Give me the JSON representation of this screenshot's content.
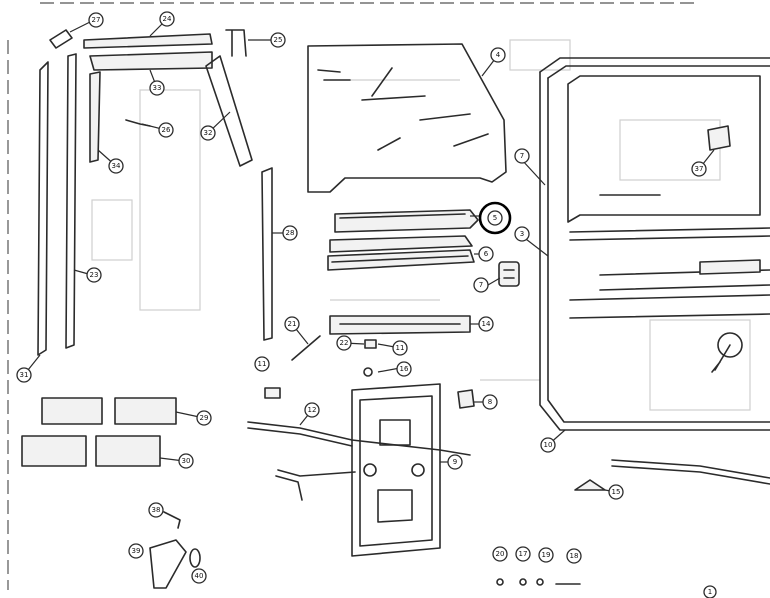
{
  "callouts": [
    {
      "id": "c4",
      "label": "4"
    },
    {
      "id": "c5",
      "label": "5"
    },
    {
      "id": "c6",
      "label": "6"
    },
    {
      "id": "c7a",
      "label": "7"
    },
    {
      "id": "c7b",
      "label": "7"
    },
    {
      "id": "c3",
      "label": "3"
    },
    {
      "id": "c8",
      "label": "8"
    },
    {
      "id": "c9",
      "label": "9"
    },
    {
      "id": "c10",
      "label": "10"
    },
    {
      "id": "c11a",
      "label": "11"
    },
    {
      "id": "c11b",
      "label": "11"
    },
    {
      "id": "c12",
      "label": "12"
    },
    {
      "id": "c14",
      "label": "14"
    },
    {
      "id": "c15",
      "label": "15"
    },
    {
      "id": "c16",
      "label": "16"
    },
    {
      "id": "c17",
      "label": "17"
    },
    {
      "id": "c18",
      "label": "18"
    },
    {
      "id": "c19",
      "label": "19"
    },
    {
      "id": "c20",
      "label": "20"
    },
    {
      "id": "c21",
      "label": "21"
    },
    {
      "id": "c22",
      "label": "22"
    },
    {
      "id": "c23",
      "label": "23"
    },
    {
      "id": "c24",
      "label": "24"
    },
    {
      "id": "c25",
      "label": "25"
    },
    {
      "id": "c26",
      "label": "26"
    },
    {
      "id": "c27",
      "label": "27"
    },
    {
      "id": "c28",
      "label": "28"
    },
    {
      "id": "c29",
      "label": "29"
    },
    {
      "id": "c30",
      "label": "30"
    },
    {
      "id": "c31",
      "label": "31"
    },
    {
      "id": "c32",
      "label": "32"
    },
    {
      "id": "c33",
      "label": "33"
    },
    {
      "id": "c34",
      "label": "34"
    },
    {
      "id": "c37",
      "label": "37"
    },
    {
      "id": "c38",
      "label": "38"
    },
    {
      "id": "c39",
      "label": "39"
    },
    {
      "id": "c40",
      "label": "40"
    },
    {
      "id": "c1",
      "label": "1"
    }
  ],
  "highlighted_callout": "5"
}
